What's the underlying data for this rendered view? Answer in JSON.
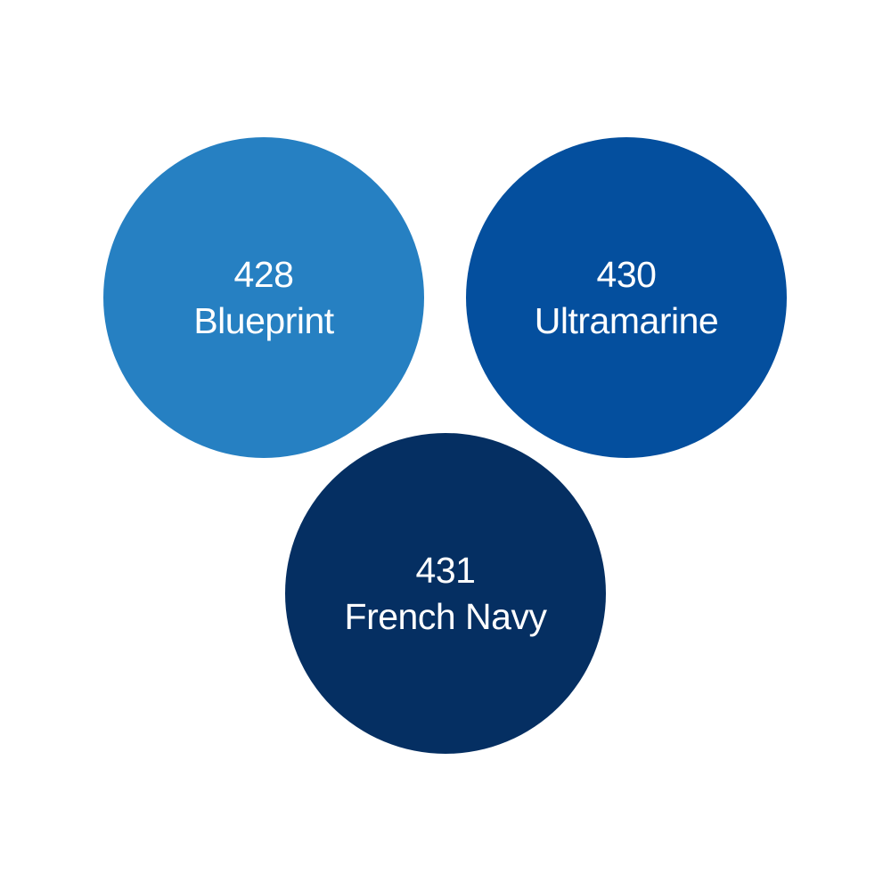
{
  "swatches": [
    {
      "code": "428",
      "name": "Blueprint",
      "color": "#2680C2"
    },
    {
      "code": "430",
      "name": "Ultramarine",
      "color": "#044F9E"
    },
    {
      "code": "431",
      "name": "French Navy",
      "color": "#052F62"
    }
  ]
}
